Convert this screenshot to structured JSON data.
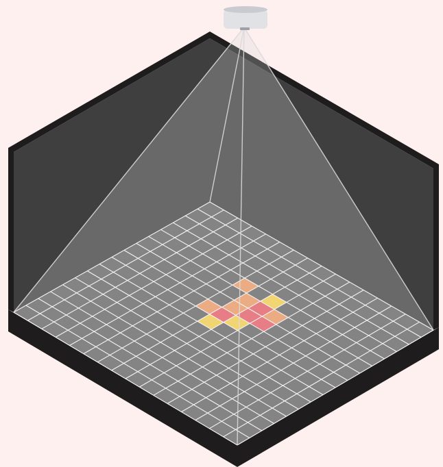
{
  "colors": {
    "background": "#fdf0ef",
    "wall": "#3f3f3f",
    "wall_edge": "#1e1c1d",
    "floor": "#656565",
    "grid_line": "#ffffff",
    "cone": "#d9d9d9",
    "sensor_body": "#e1e2e6",
    "sensor_top": "#c9cbd0",
    "heat_high": "#ee5a66",
    "heat_mid": "#f39a63",
    "heat_low": "#fbd44c"
  },
  "floor_grid": {
    "rows": 16,
    "cols": 16
  },
  "heat_cells": [
    {
      "i": 4,
      "j": 8,
      "level": "low"
    },
    {
      "i": 5,
      "j": 8,
      "level": "high"
    },
    {
      "i": 5,
      "j": 9,
      "level": "mid"
    },
    {
      "i": 6,
      "j": 8,
      "level": "high"
    },
    {
      "i": 6,
      "j": 9,
      "level": "high"
    },
    {
      "i": 6,
      "j": 7,
      "level": "mid"
    },
    {
      "i": 7,
      "j": 7,
      "level": "high"
    },
    {
      "i": 7,
      "j": 8,
      "level": "low"
    },
    {
      "i": 4,
      "j": 6,
      "level": "mid"
    },
    {
      "i": 5,
      "j": 7,
      "level": "mid"
    },
    {
      "i": 7,
      "j": 6,
      "level": "mid"
    },
    {
      "i": 8,
      "j": 7,
      "level": "low"
    }
  ]
}
